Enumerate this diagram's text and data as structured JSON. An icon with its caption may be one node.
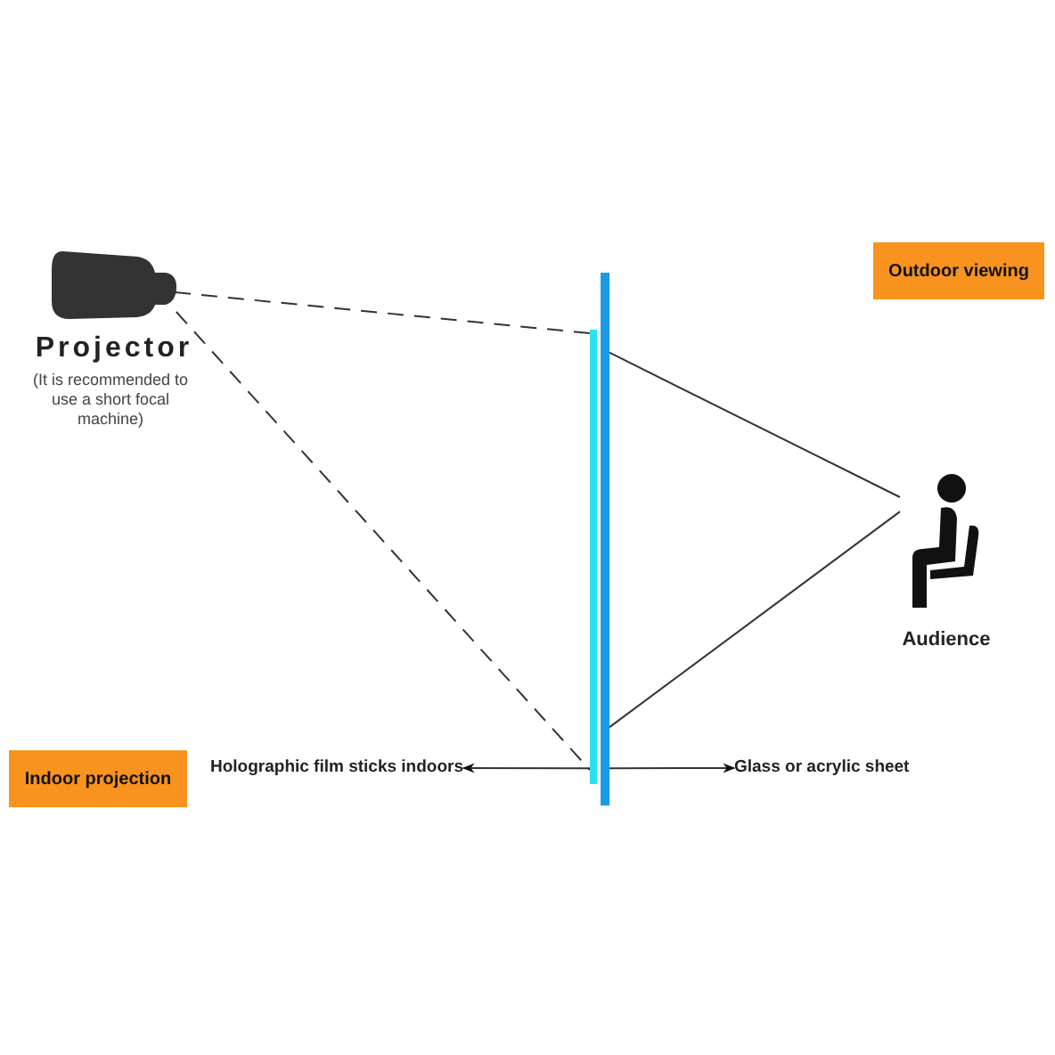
{
  "diagram": {
    "nodes": [
      {
        "text": [
          "Projector",
          "(It is recommended to use a short focal machine)"
        ]
      },
      {
        "text": [],
        "shape": "bar"
      },
      {
        "text": [],
        "shape": "bar"
      },
      {
        "text": [
          "Audience"
        ]
      },
      {
        "text": [
          "Holographic film sticks indoors"
        ]
      },
      {
        "text": [
          "Glass or acrylic sheet"
        ]
      },
      {
        "text": [
          "Outdoor viewing"
        ]
      },
      {
        "text": [
          "Indoor projection"
        ]
      }
    ],
    "edges": [
      {
        "from": 0,
        "to": 1,
        "arrow": "none",
        "style": "dashed"
      },
      {
        "from": 0,
        "to": 1,
        "arrow": "none",
        "style": "dashed"
      },
      {
        "from": 2,
        "to": 3,
        "arrow": "none"
      },
      {
        "from": 2,
        "to": 3,
        "arrow": "none"
      },
      {
        "from": 1,
        "to": 4,
        "arrow": "to"
      },
      {
        "from": 2,
        "to": 5,
        "arrow": "to"
      }
    ]
  }
}
